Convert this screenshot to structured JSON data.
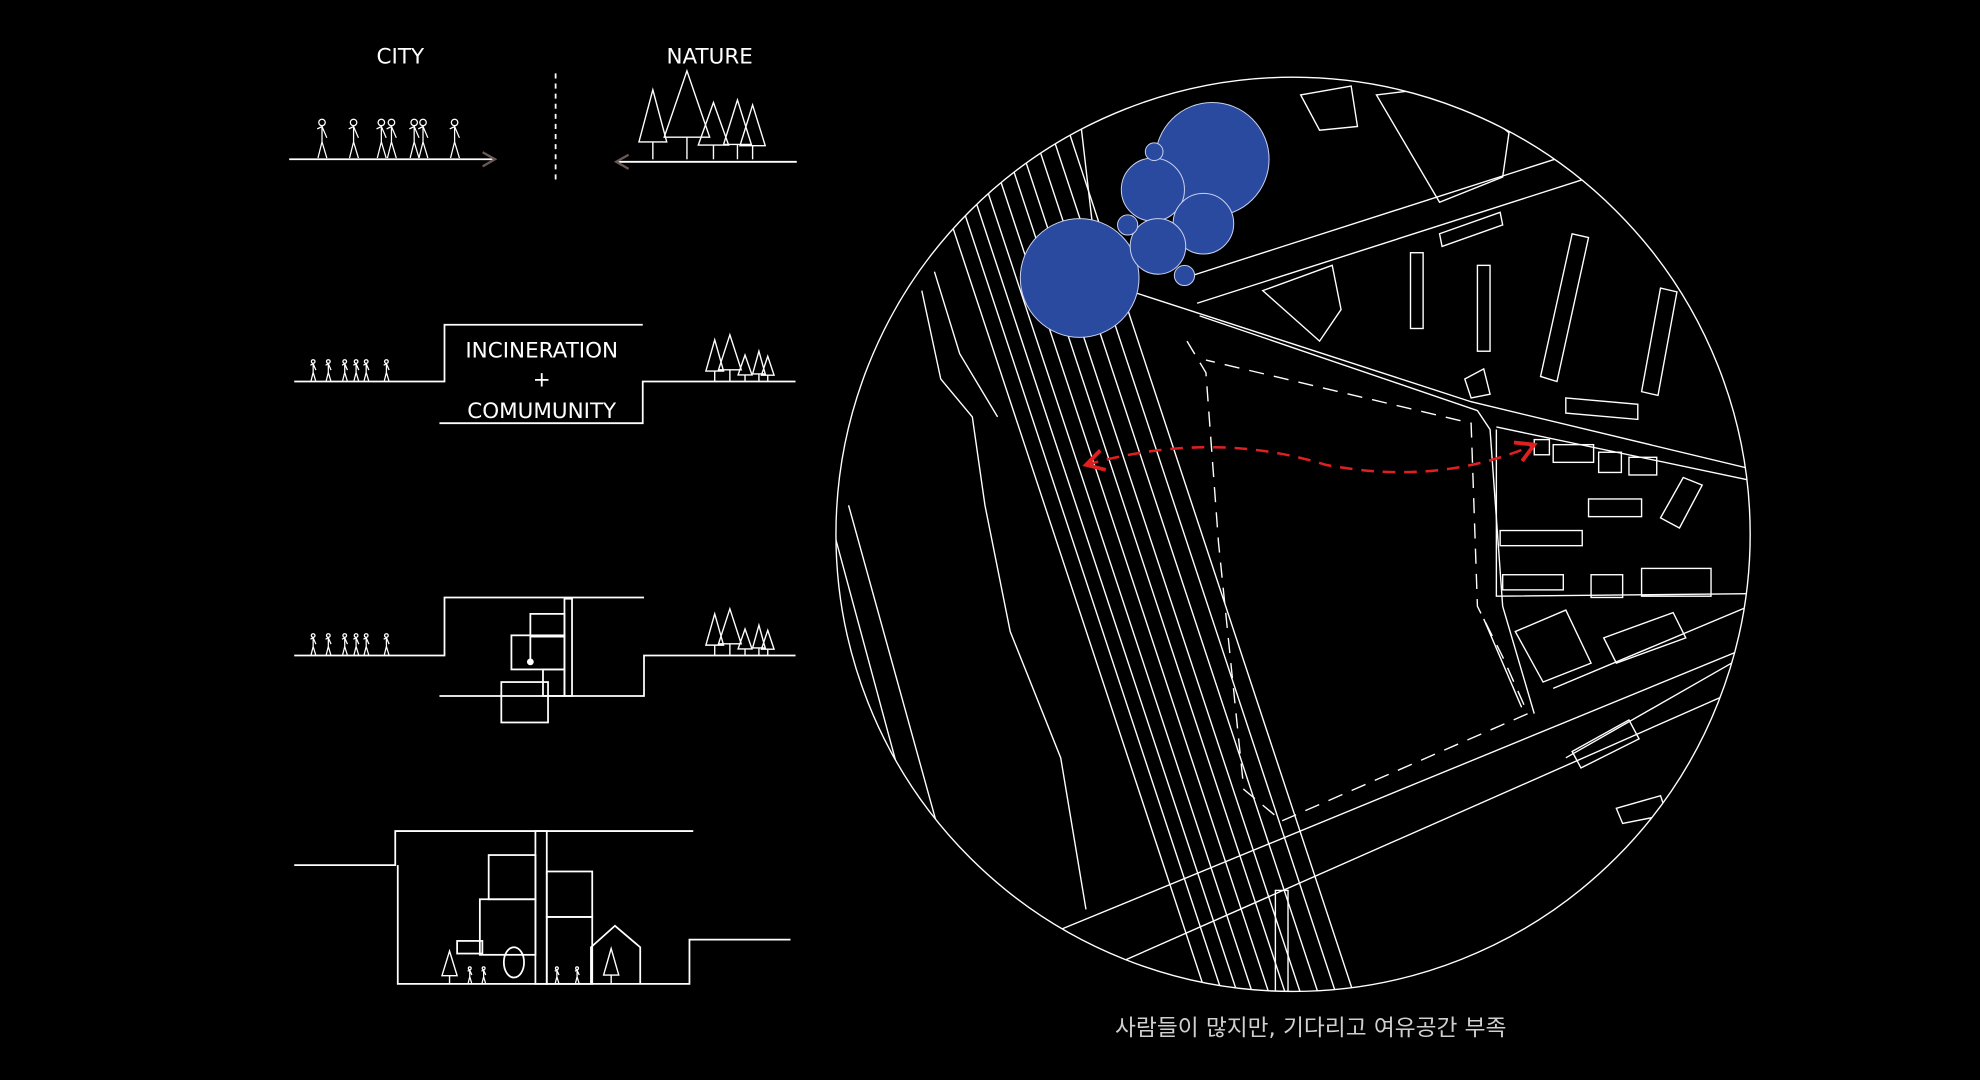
{
  "diagram": {
    "panel1": {
      "left_label": "CITY",
      "right_label": "NATURE"
    },
    "panel2": {
      "line1": "INCINERATION",
      "line2": "+",
      "line3": "COMUMUNITY"
    },
    "map": {
      "caption": "사람들이 많지만, 기다리고 여유공간 부족",
      "highlight_color": "#2a4aa0",
      "arrow_color": "#e02020"
    }
  }
}
